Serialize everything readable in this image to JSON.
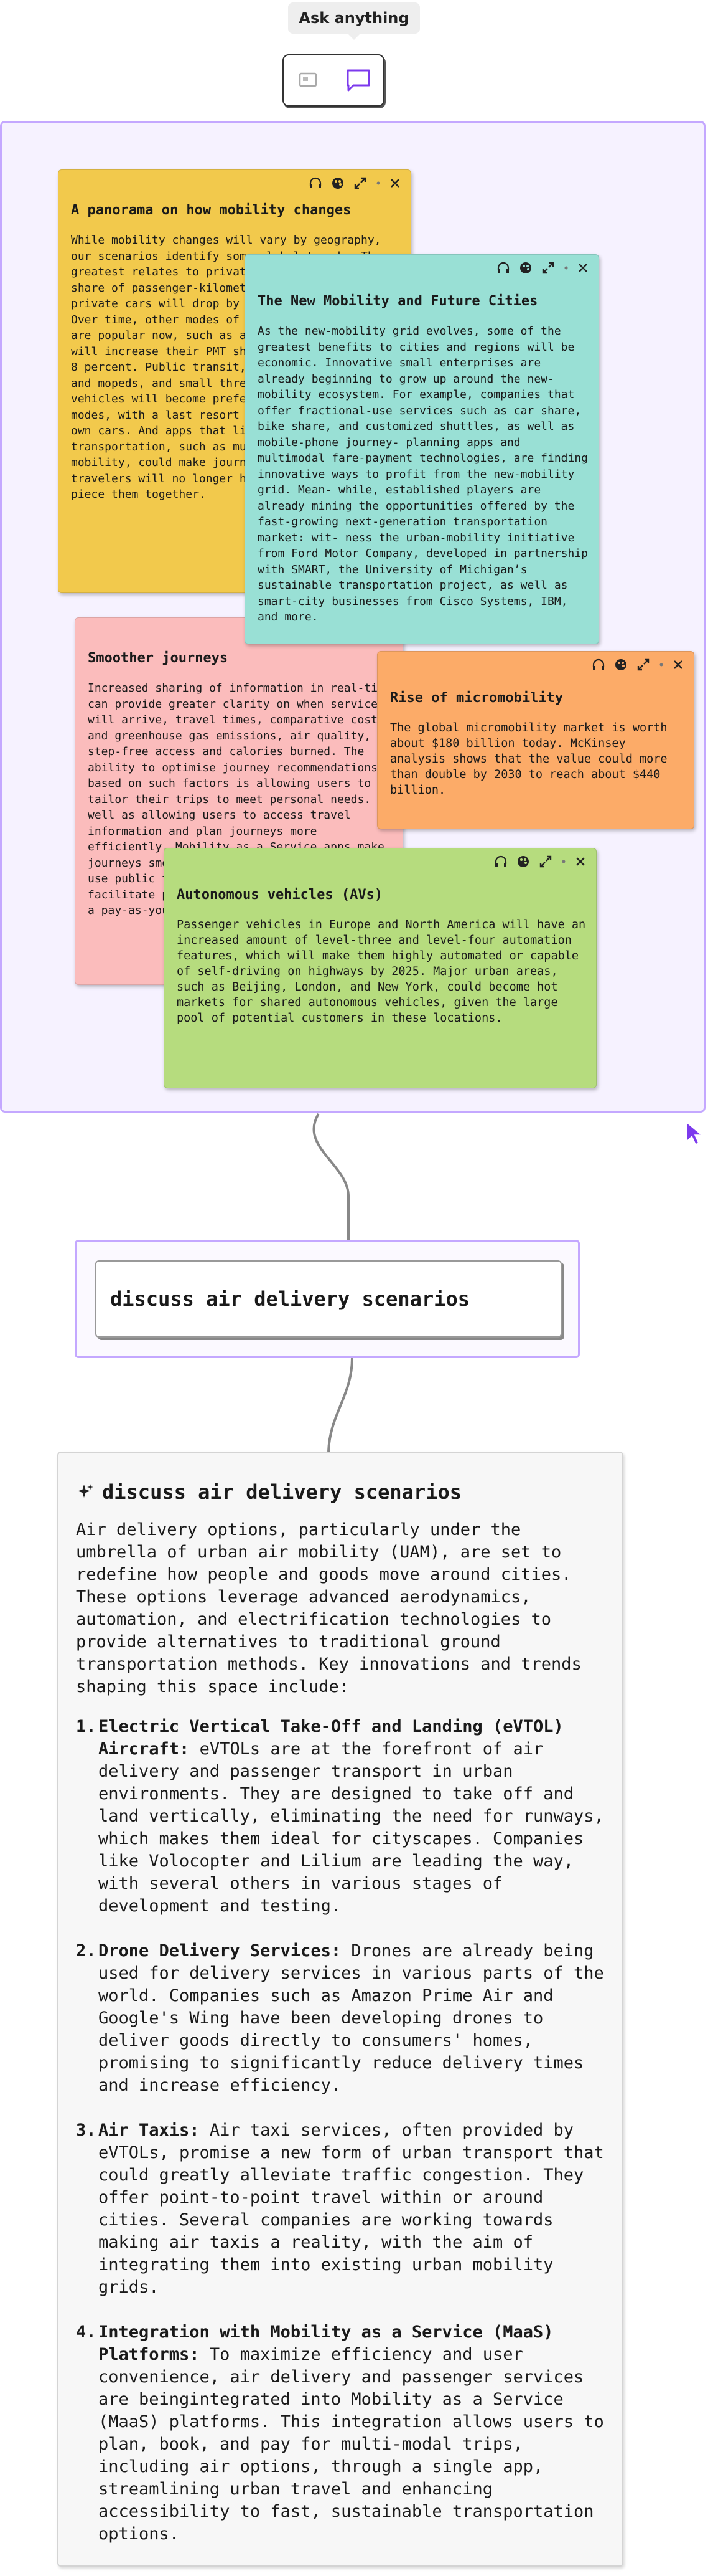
{
  "toolbar": {
    "ask_label": "Ask anything",
    "modes": [
      {
        "icon": "image-icon"
      },
      {
        "icon": "chat-bubble-icon",
        "active": true
      }
    ],
    "accent": "#7c3aed"
  },
  "notes": [
    {
      "title": "A panorama on how mobility changes",
      "color": "#f2c94c",
      "body": "While mobility changes will vary by geography, our scenarios identify some global trends. The greatest relates to private cars: by 2035, the share of passenger-kilometers traveled (PMT) in private cars will drop by 15 percentage points. Over time, other modes of transportation that are popular now, such as autonomous vehicles, will increase their PMT share from 0 percent to 8 percent. Public transit, e-scooters, e-bikes, and mopeds, and small three- or four-wheel vehicles will become preferred transportation modes, with a last resort for people who do not own cars. And apps that link modes of transportation, such as multimodal urban air mobility, could make journeys more common, since travelers will no longer have to scramble to piece them together."
    },
    {
      "title": "The New Mobility and Future Cities",
      "color": "#99e0d5",
      "body": "As the new-mobility grid evolves, some of the greatest benefits to cities and regions will be economic. Innovative small enterprises are already beginning to grow up around the new-mobility ecosystem. For example, companies that offer fractional-use services such as car share, bike share, and customized shuttles, as well as mobile-phone journey- planning apps and multimodal fare-payment technologies, are finding innovative ways to profit from the new-mobility grid. Mean- while, established players are already mining the opportunities offered by the fast-growing next-generation transportation market: wit- ness the urban-mobility initiative from Ford Motor Company, developed in partnership with SMART, the University of Michigan’s sustainable transportation project, as well as smart-city businesses from Cisco Systems, IBM, and more."
    },
    {
      "title": "Smoother journeys",
      "color": "#fbbcbc",
      "body": "Increased sharing of information in real-time can provide greater clarity on when services will arrive, travel times, comparative costs and greenhouse gas emissions, air quality, step-free access and calories burned. The ability to optimise journey recommendations based on such factors is allowing users to tailor their trips to meet personal needs. As well as allowing users to access travel information and plan journeys more efficiently, Mobility as a Service apps make journeys smoother and quicker to pay for and use public transport. In addition, apps can facilitate payments across different modes on a pay-as-you-go basis or via subscription."
    },
    {
      "title": "Rise of micromobility",
      "color": "#fcab68",
      "body": "The global micromobility market is worth about $180 billion today. McKinsey analysis shows that the value could more than double by 2030 to reach about $440 billion."
    },
    {
      "title": "Autonomous vehicles (AVs)",
      "color": "#b6dc7e",
      "body": "Passenger vehicles in Europe and North America will have an increased amount of level-three and level-four automation features, which will make them highly automated or capable of self-driving on highways by 2025. Major urban areas, such as Beijing, London, and New York, could become hot markets for shared autonomous vehicles, given the large pool of potential customers in these locations."
    }
  ],
  "prompt": {
    "text": "discuss air delivery scenarios"
  },
  "answer": {
    "title": "discuss air delivery scenarios",
    "intro": "Air delivery options, particularly under the umbrella of urban air mobility (UAM), are set to redefine how people and goods move around cities. These options leverage advanced aerodynamics, automation, and electrification technologies to provide alternatives to traditional ground transportation methods. Key innovations and trends shaping this space include:",
    "items": [
      {
        "num": "1.",
        "title": "Electric Vertical Take-Off and Landing (eVTOL) Aircraft:",
        "text": "eVTOLs are at the forefront of air delivery and passenger transport in urban environments. They are designed to take off and land vertically, eliminating the need for runways, which makes them ideal for cityscapes. Companies like Volocopter and Lilium are leading the way, with several others in various stages of development and testing."
      },
      {
        "num": "2.",
        "title": "Drone Delivery Services:",
        "text": "Drones are already being used for delivery services in various parts of the world. Companies such as Amazon Prime Air and Google's Wing have been developing drones to deliver goods directly to consumers' homes, promising to significantly reduce delivery times and increase efficiency."
      },
      {
        "num": "3.",
        "title": "Air Taxis:",
        "text": "Air taxi services, often provided by eVTOLs, promise a new form of urban transport that could greatly alleviate traffic congestion. They offer point-to-point travel within or around cities. Several companies are working towards making air taxis a reality, with the aim of integrating them into existing urban mobility grids."
      },
      {
        "num": "4.",
        "title": "Integration with Mobility as a Service (MaaS) Platforms:",
        "text": "To maximize efficiency and user convenience, air delivery and passenger services are beingintegrated into Mobility as a Service (MaaS) platforms. This integration allows users to plan, book, and pay for multi-modal trips, including air options, through a single app, streamlining urban travel and enhancing accessibility to fast, sustainable transportation options."
      }
    ]
  }
}
